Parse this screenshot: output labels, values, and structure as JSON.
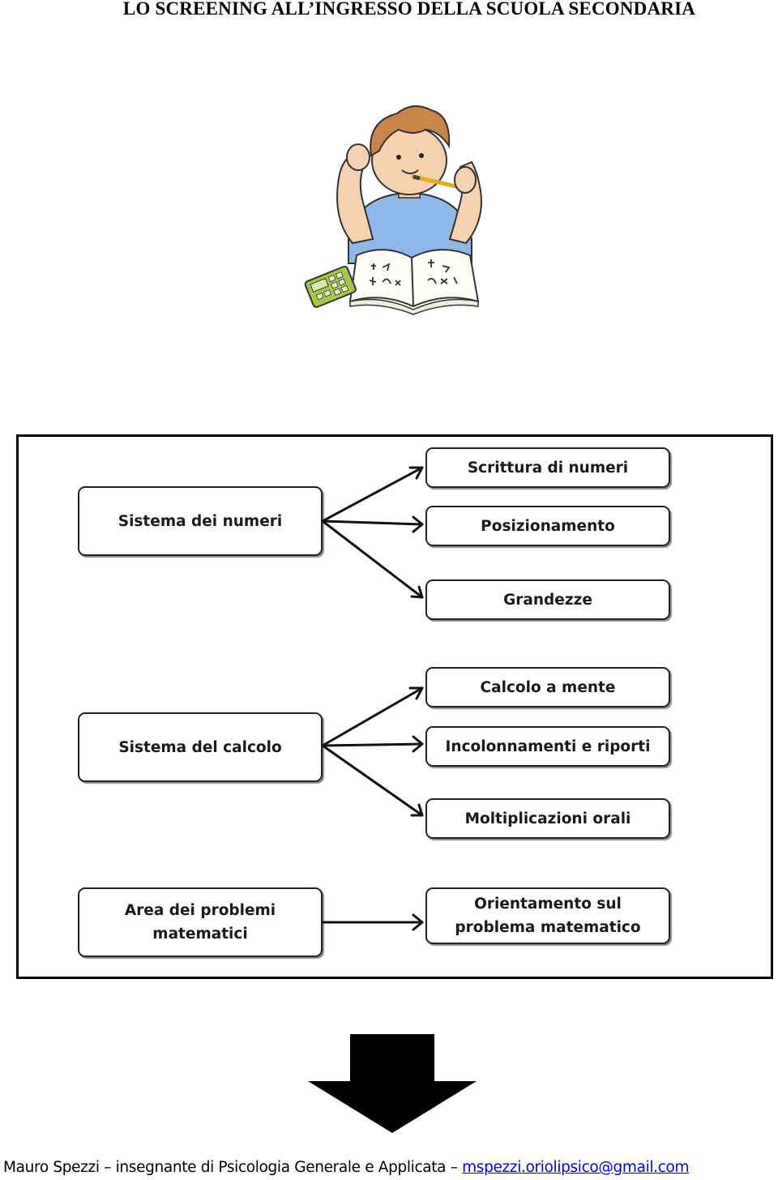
{
  "document": {
    "title": "LO SCREENING ALL’INGRESSO DELLA SCUOLA SECONDARIA"
  },
  "illustration": {
    "icon": "student-studying-illustration"
  },
  "diagram": {
    "groups": [
      {
        "source": "Sistema dei numeri",
        "targets": [
          "Scrittura di numeri",
          "Posizionamento",
          "Grandezze"
        ]
      },
      {
        "source": "Sistema del calcolo",
        "targets": [
          "Calcolo a mente",
          "Incolonnamenti e riporti",
          "Moltiplicazioni orali"
        ]
      },
      {
        "source": "Area dei problemi\nmatematici",
        "targets": [
          "Orientamento sul\nproblema matematico"
        ]
      }
    ]
  },
  "footer": {
    "text": "Mauro Spezzi – insegnante di Psicologia Generale e Applicata – ",
    "email": "mspezzi.oriolipsico@gmail.com"
  },
  "colors": {
    "text": "#000000",
    "link": "#0000ee",
    "shirt": "#8db8e8",
    "hair": "#c9844a",
    "skin": "#f7d2b0",
    "calculator": "#a6c84a"
  }
}
